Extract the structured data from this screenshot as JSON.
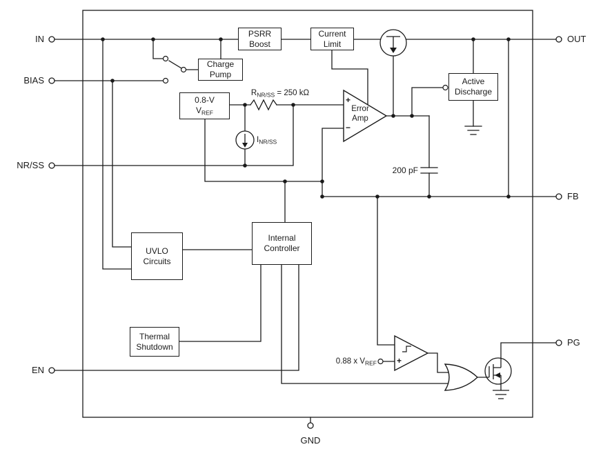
{
  "pins": {
    "in": "IN",
    "bias": "BIAS",
    "nr_ss": "NR/SS",
    "en": "EN",
    "out": "OUT",
    "fb": "FB",
    "pg": "PG",
    "gnd": "GND"
  },
  "blocks": {
    "psrr_boost": {
      "line1": "PSRR",
      "line2": "Boost"
    },
    "current_limit": {
      "line1": "Current",
      "line2": "Limit"
    },
    "charge_pump": {
      "line1": "Charge",
      "line2": "Pump"
    },
    "vref": {
      "line1": "0.8-V",
      "symbol": "V",
      "symbol_sub": "REF"
    },
    "active_discharge": {
      "line1": "Active",
      "line2": "Discharge"
    },
    "uvlo": {
      "line1": "UVLO",
      "line2": "Circuits"
    },
    "internal_controller": {
      "line1": "Internal",
      "line2": "Controller"
    },
    "thermal_shutdown": {
      "line1": "Thermal",
      "line2": "Shutdown"
    },
    "error_amp": {
      "line1": "Error",
      "line2": "Amp"
    }
  },
  "labels": {
    "nr_ss_resistor": {
      "pre": "R",
      "sub": "NR/SS",
      "post": " = 250 kΩ"
    },
    "nr_ss_current": {
      "pre": "I",
      "sub": "NR/SS"
    },
    "feedforward_cap": "200 pF",
    "pg_threshold": {
      "pre": "0.88 x V",
      "sub": "REF"
    },
    "amp_plus": "+",
    "amp_minus": "−",
    "comparator_plus": "+"
  },
  "colors": {
    "line": "#1a1a1a",
    "background": "#ffffff"
  }
}
